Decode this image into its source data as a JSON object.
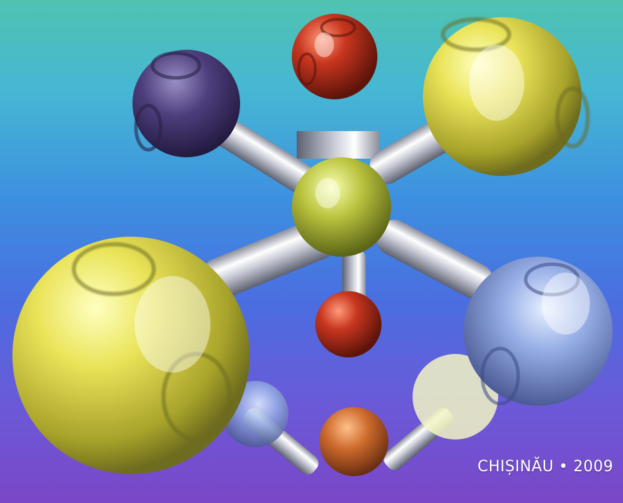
{
  "caption": {
    "text": "CHIȘINĂU • 2009"
  },
  "colors": {
    "background_top": "#4fc3b0",
    "background_mid": "#3d8fe0",
    "background_bottom": "#7a47c8",
    "sphere_yellow": "#e8e24a",
    "sphere_red": "#c0301e",
    "sphere_purple": "#4a3a78",
    "sphere_blue": "#8aa6e0",
    "sphere_orange": "#d06a2a",
    "rod_silver": "#c9ccd6"
  },
  "icons": [
    "molecular-model-sphere",
    "connector-rod"
  ]
}
